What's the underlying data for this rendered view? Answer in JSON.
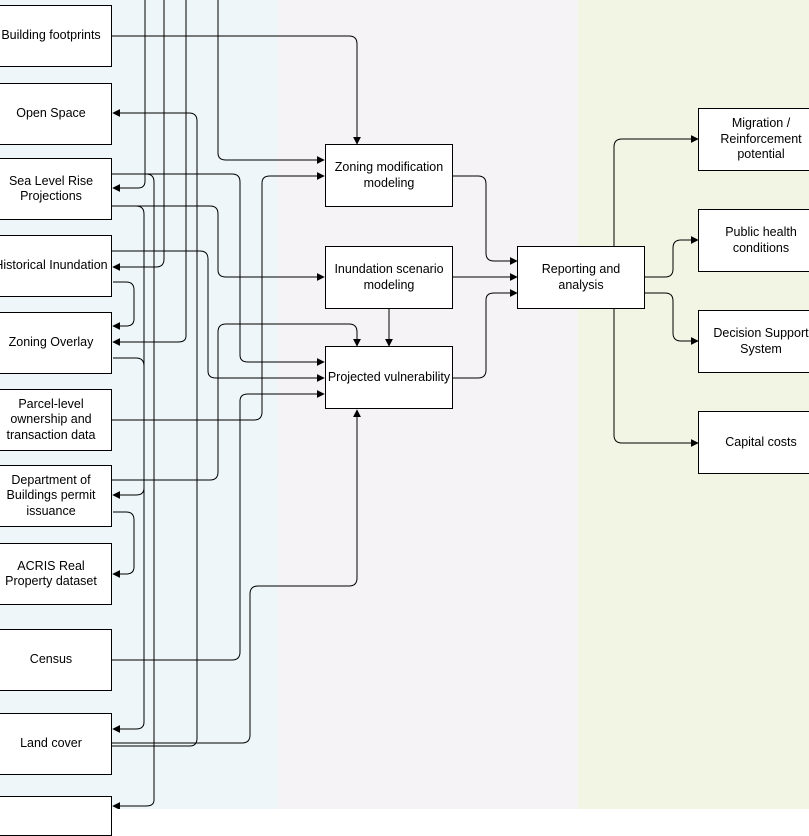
{
  "colors": {
    "band_sources": "#eef6f9",
    "band_models": "#f5f3f5",
    "band_outputs": "#f2f5e3",
    "stroke": "#000000",
    "box_fill": "#ffffff"
  },
  "nodes": {
    "building_footprints": "Building footprints",
    "open_space": "Open Space",
    "sea_level_rise": "Sea Level Rise\nProjections",
    "historical_inundation": "Historical Inundation",
    "zoning_overlay": "Zoning Overlay",
    "parcel_level": "Parcel-level\nownership and\ntransaction data",
    "dob_permit": "Department of\nBuildings permit\nissuance",
    "acris": "ACRIS Real\nProperty dataset",
    "census": "Census",
    "land_cover": "Land cover",
    "zoning_modification": "Zoning modification\nmodeling",
    "inundation_scenario": "Inundation scenario\nmodeling",
    "projected_vulnerability": "Projected vulnerability",
    "reporting_analysis": "Reporting and\nanalysis",
    "migration": "Migration /\nReinforcement\npotential",
    "public_health": "Public health\nconditions",
    "decision_support": "Decision Support\nSystem",
    "capital_costs": "Capital costs"
  }
}
